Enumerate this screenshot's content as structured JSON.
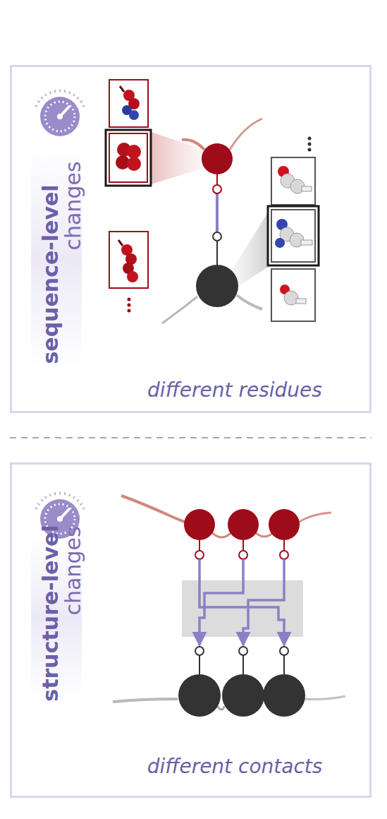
{
  "diagram": {
    "nodes": [
      {
        "text": [
          "sequence-level",
          "changes",
          "different residues"
        ]
      },
      {
        "text": [
          "structure-level",
          "changes",
          "different contacts"
        ]
      }
    ]
  }
}
